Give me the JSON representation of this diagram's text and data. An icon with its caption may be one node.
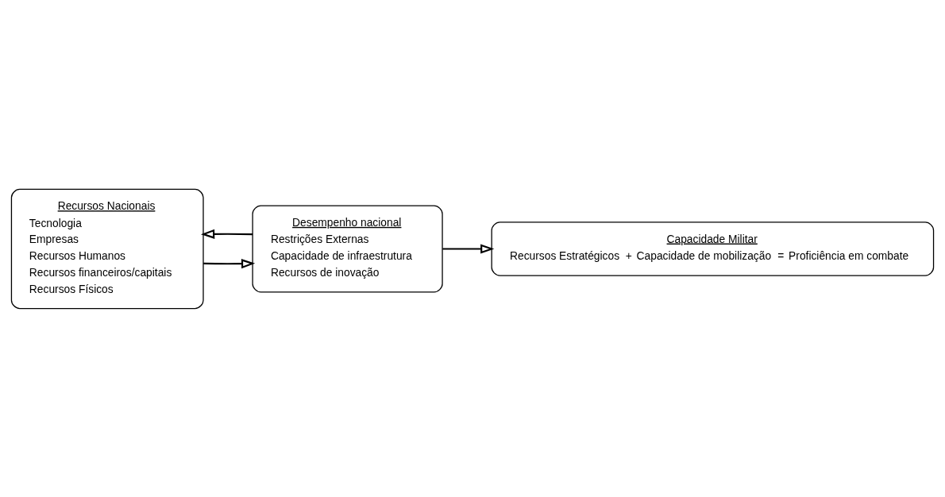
{
  "diagram": {
    "nodes": [
      {
        "text": [
          "Recursos Nacionais",
          "Tecnologia",
          "Empresas",
          "Recursos Humanos",
          "Recursos financeiros/capitais",
          "Recursos Físicos"
        ]
      },
      {
        "text": [
          "Desempenho nacional",
          "Restrições Externas",
          "Capacidade de infraestrutura",
          "Recursos de inovação"
        ]
      },
      {
        "text": [
          "Capacidade Militar",
          "Recursos Estratégicos",
          "+",
          "Capacidade de mobilização",
          "=",
          "Proficiência em combate"
        ]
      }
    ],
    "edges": [
      {
        "from": 0,
        "to": 1,
        "arrow": "to"
      },
      {
        "from": 1,
        "to": 0,
        "arrow": "to"
      },
      {
        "from": 1,
        "to": 2,
        "arrow": "to"
      }
    ]
  }
}
